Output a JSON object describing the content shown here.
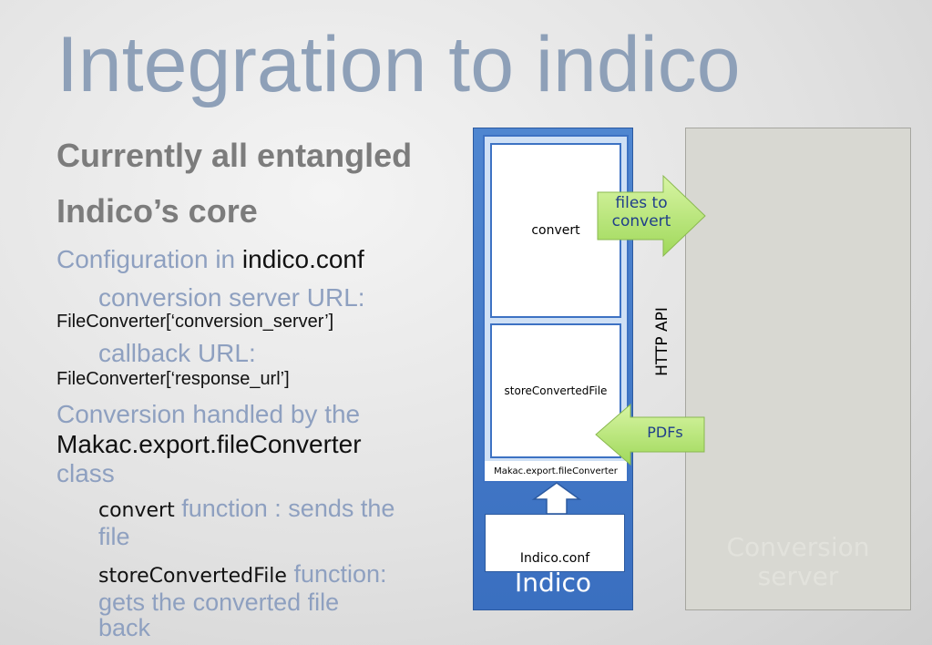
{
  "title": "Integration to indico",
  "heading1": "Currently all entangled",
  "heading2": "Indico’s core",
  "bullets": {
    "config_prefix": "Configuration in ",
    "config_file": "indico.conf",
    "server_url_label": "conversion server URL:",
    "server_url_code": "FileConverter[‘conversion_server’]",
    "callback_label": "callback URL:",
    "callback_code": "FileConverter[‘response_url’]",
    "handled_prefix": "Conversion handled by the",
    "handled_class": "Makac.export.fileConverter",
    "handled_suffix": "class",
    "convert_name": "convert",
    "convert_desc_1": " function : sends the",
    "convert_desc_2": "file",
    "store_name": "storeConvertedFile",
    "store_desc_1": " function:",
    "store_desc_2": "gets the converted file",
    "store_desc_3": "back"
  },
  "diagram": {
    "convert_box": "convert",
    "store_box": "storeConvertedFile",
    "module_label": "Makac.export.fileConverter",
    "conf_box": "Indico.conf",
    "indico_label": "Indico",
    "arrow_out": [
      "files to",
      "convert"
    ],
    "arrow_in": "PDFs",
    "http_api": "HTTP API",
    "server_label": [
      "Conversion",
      "server"
    ]
  },
  "colors": {
    "title": "#8ea0b8",
    "indico_blue": "#3a6fc0",
    "arrow_green": "#b6e86e"
  }
}
